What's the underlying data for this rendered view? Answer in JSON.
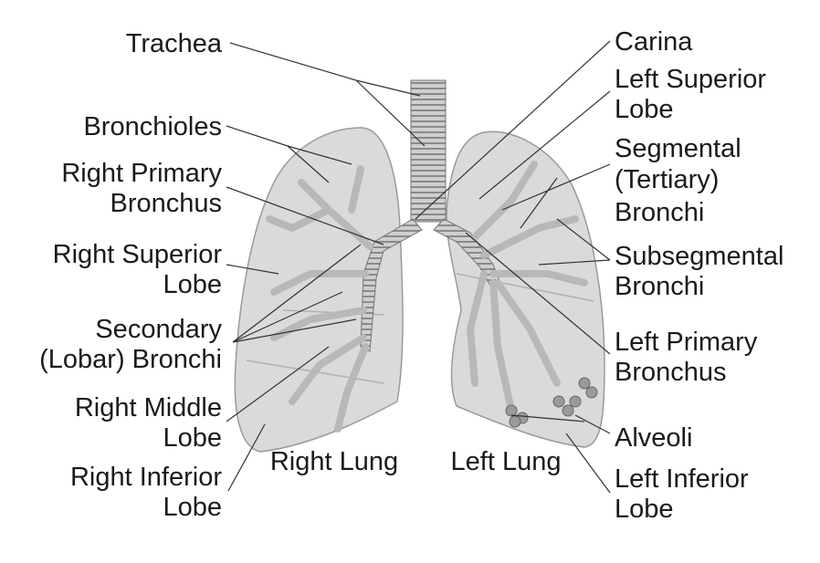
{
  "left_labels": {
    "trachea": [
      "Trachea"
    ],
    "bronchioles": [
      "Bronchioles"
    ],
    "right_primary_bronchus": [
      "Right Primary",
      "Bronchus"
    ],
    "right_superior_lobe": [
      "Right Superior",
      "Lobe"
    ],
    "secondary_bronchi": [
      "Secondary",
      "(Lobar) Bronchi"
    ],
    "right_middle_lobe": [
      "Right Middle",
      "Lobe"
    ],
    "right_inferior_lobe": [
      "Right Inferior",
      "Lobe"
    ]
  },
  "right_labels": {
    "carina": [
      "Carina"
    ],
    "left_superior_lobe": [
      "Left Superior",
      "Lobe"
    ],
    "segmental_bronchi": [
      "Segmental",
      "(Tertiary)",
      "Bronchi"
    ],
    "subsegmental_bronchi": [
      "Subsegmental",
      "Bronchi"
    ],
    "left_primary_bronchus": [
      "Left Primary",
      "Bronchus"
    ],
    "alveoli": [
      "Alveoli"
    ],
    "left_inferior_lobe": [
      "Left Inferior",
      "Lobe"
    ]
  },
  "lung_labels": {
    "right": "Right Lung",
    "left": "Left Lung"
  }
}
